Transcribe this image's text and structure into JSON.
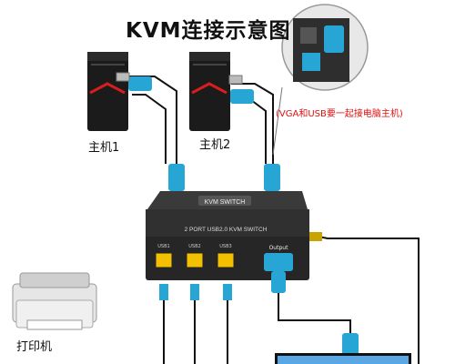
{
  "title": "KVM连接示意图",
  "labels": {
    "host1": "主机1",
    "host2": "主机2",
    "printer": "打印机",
    "note": "(VGA和USB要一起接电脑主机)"
  },
  "device": {
    "badge": "KVM SWITCH",
    "model": "2 PORT USB2.0 KVM SWITCH",
    "ports": [
      "USB1",
      "USB2",
      "USB3"
    ],
    "output": "Output"
  },
  "colors": {
    "cable_vga": "#27a6d6",
    "cable_line": "#111111",
    "note": "#dd1111",
    "device_body": "#2c2c2c",
    "usb_port": "#f2c000"
  }
}
